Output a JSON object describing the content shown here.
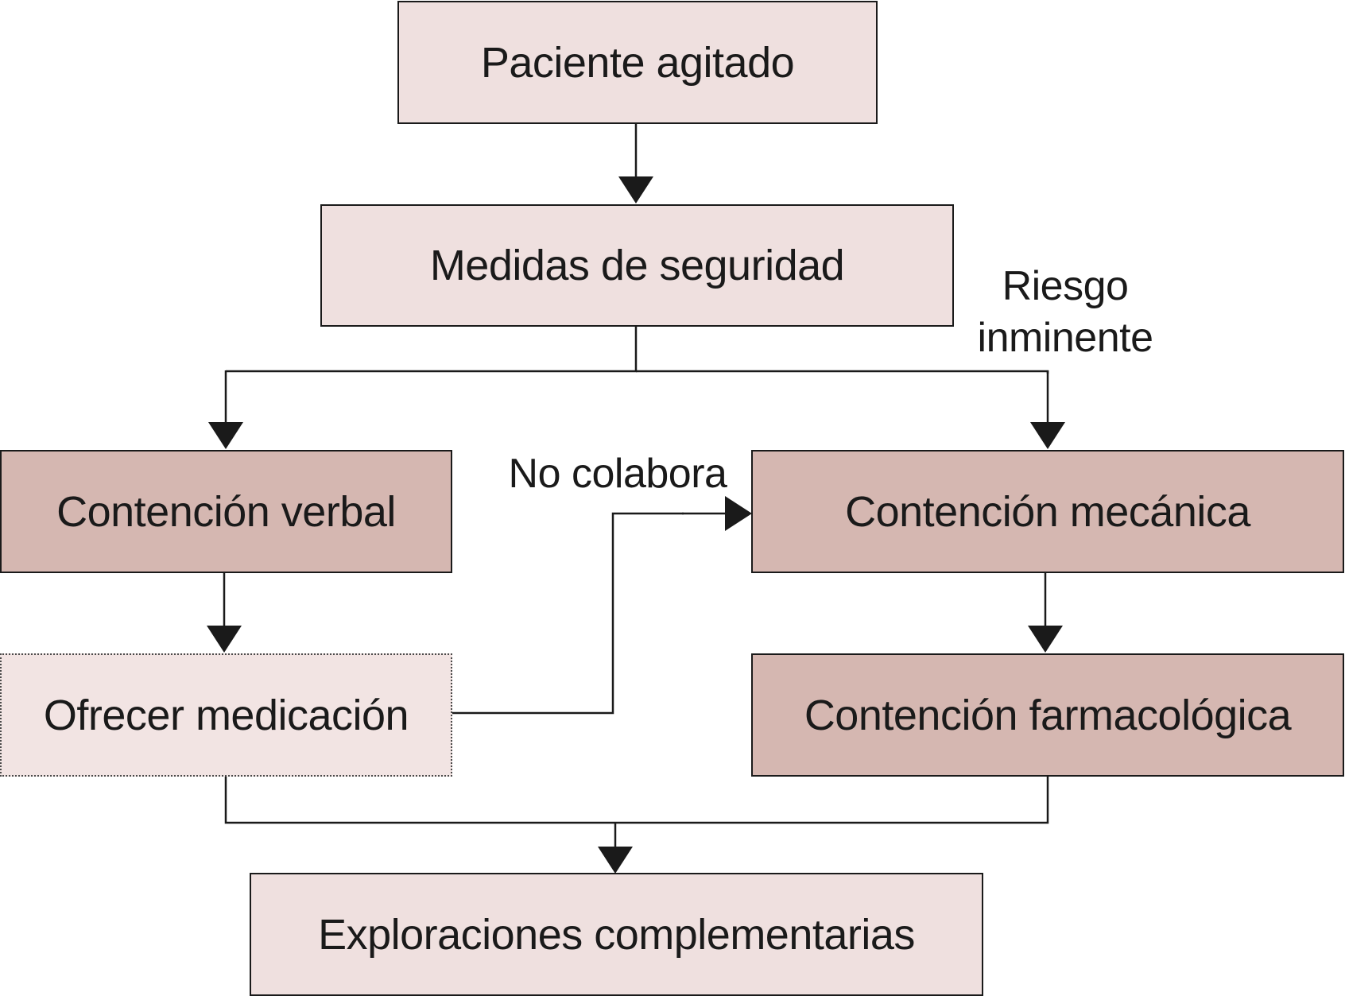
{
  "nodes": {
    "paciente_agitado": "Paciente agitado",
    "medidas_seguridad": "Medidas de seguridad",
    "contencion_verbal": "Contención verbal",
    "ofrecer_medicacion": "Ofrecer medicación",
    "contencion_mecanica": "Contención mecánica",
    "contencion_farmacologica": "Contención farmacológica",
    "exploraciones_complementarias": "Exploraciones complementarias"
  },
  "edge_labels": {
    "riesgo_line1": "Riesgo",
    "riesgo_line2": "inminente",
    "no_colabora": "No colabora"
  },
  "colors": {
    "light_fill": "#efe0df",
    "dark_fill": "#d5b7b1",
    "dotted_fill": "#f2e4e3",
    "line": "#1a1a1a"
  }
}
